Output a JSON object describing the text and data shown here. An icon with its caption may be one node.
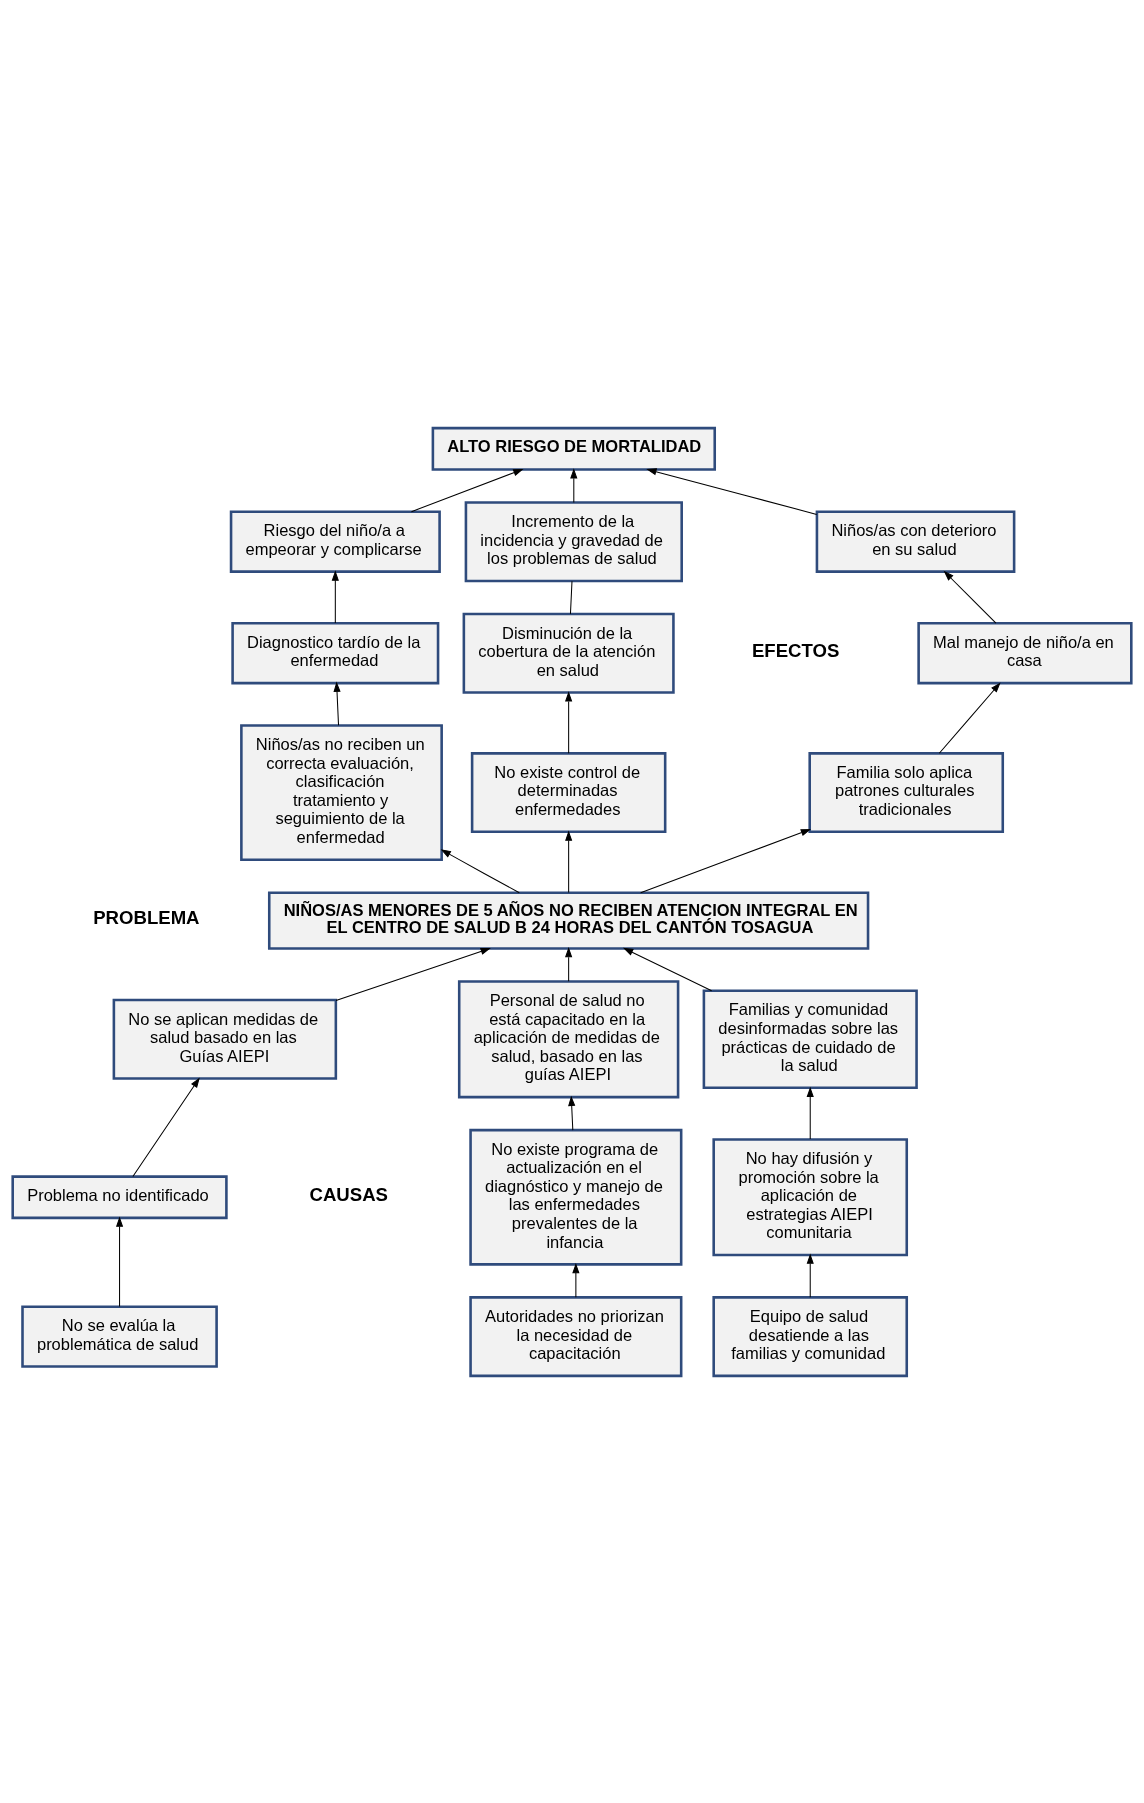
{
  "diagram": {
    "nodes": [
      {
        "text": [
          "ALTO RIESGO DE MORTALIDAD"
        ]
      },
      {
        "text": [
          "Riesgo del niño/a a empeorar y complicarse"
        ]
      },
      {
        "text": [
          "Incremento de la incidencia y gravedad de los problemas de salud"
        ]
      },
      {
        "text": [
          "Niños/as con deterioro en su salud"
        ]
      },
      {
        "text": [
          "Diagnostico tardío de la enfermedad"
        ]
      },
      {
        "text": [
          "Disminución de la cobertura de la atención en salud"
        ]
      },
      {
        "text": [
          "Mal manejo de niño/a en casa"
        ]
      },
      {
        "text": [
          "Niños/as no reciben un correcta evaluación, clasificación tratamiento y seguimiento de la enfermedad"
        ]
      },
      {
        "text": [
          "No existe control de determinadas enfermedades"
        ]
      },
      {
        "text": [
          "Familia solo aplica patrones culturales tradicionales"
        ]
      },
      {
        "text": [
          "NIÑOS/AS MENORES DE 5 AÑOS NO RECIBEN ATENCION INTEGRAL EN EL CENTRO DE SALUD B 24 HORAS DEL CANTÓN TOSAGUA"
        ]
      },
      {
        "text": [
          "No se aplican medidas de salud basado en las Guías AIEPI"
        ]
      },
      {
        "text": [
          "Personal de salud no está capacitado en la aplicación de medidas de salud, basado en las guías AIEPI"
        ]
      },
      {
        "text": [
          "Familias y comunidad desinformadas sobre las prácticas de cuidado de la salud"
        ]
      },
      {
        "text": [
          "Problema no identificado"
        ]
      },
      {
        "text": [
          "No existe programa de actualización en el diagnóstico y manejo de las enfermedades prevalentes de la infancia"
        ]
      },
      {
        "text": [
          "No hay difusión y promoción sobre la aplicación de estrategias AIEPI comunitaria"
        ]
      },
      {
        "text": [
          "No se evalúa la problemática de salud"
        ]
      },
      {
        "text": [
          "Autoridades no priorizan la necesidad de capacitación"
        ]
      },
      {
        "text": [
          "Equipo de salud desatiende a las familias y comunidad"
        ]
      }
    ],
    "edges": [
      {
        "from": 1,
        "to": 0,
        "arrow": "to"
      },
      {
        "from": 2,
        "to": 0,
        "arrow": "to"
      },
      {
        "from": 3,
        "to": 0,
        "arrow": "to"
      },
      {
        "from": 4,
        "to": 1,
        "arrow": "to"
      },
      {
        "from": 5,
        "to": 2,
        "arrow": "none"
      },
      {
        "from": 6,
        "to": 3,
        "arrow": "to"
      },
      {
        "from": 7,
        "to": 4,
        "arrow": "to"
      },
      {
        "from": 8,
        "to": 5,
        "arrow": "to"
      },
      {
        "from": 9,
        "to": 6,
        "arrow": "to"
      },
      {
        "from": 10,
        "to": 7,
        "arrow": "to"
      },
      {
        "from": 10,
        "to": 8,
        "arrow": "to"
      },
      {
        "from": 10,
        "to": 9,
        "arrow": "to"
      },
      {
        "from": 11,
        "to": 10,
        "arrow": "to"
      },
      {
        "from": 12,
        "to": 10,
        "arrow": "to"
      },
      {
        "from": 13,
        "to": 10,
        "arrow": "to"
      },
      {
        "from": 14,
        "to": 11,
        "arrow": "to"
      },
      {
        "from": 15,
        "to": 12,
        "arrow": "to"
      },
      {
        "from": 16,
        "to": 13,
        "arrow": "to"
      },
      {
        "from": 17,
        "to": 14,
        "arrow": "to"
      },
      {
        "from": 18,
        "to": 15,
        "arrow": "to"
      },
      {
        "from": 19,
        "to": 16,
        "arrow": "to"
      }
    ],
    "labels": [
      "EFECTOS",
      "PROBLEMA",
      "CAUSAS"
    ]
  }
}
